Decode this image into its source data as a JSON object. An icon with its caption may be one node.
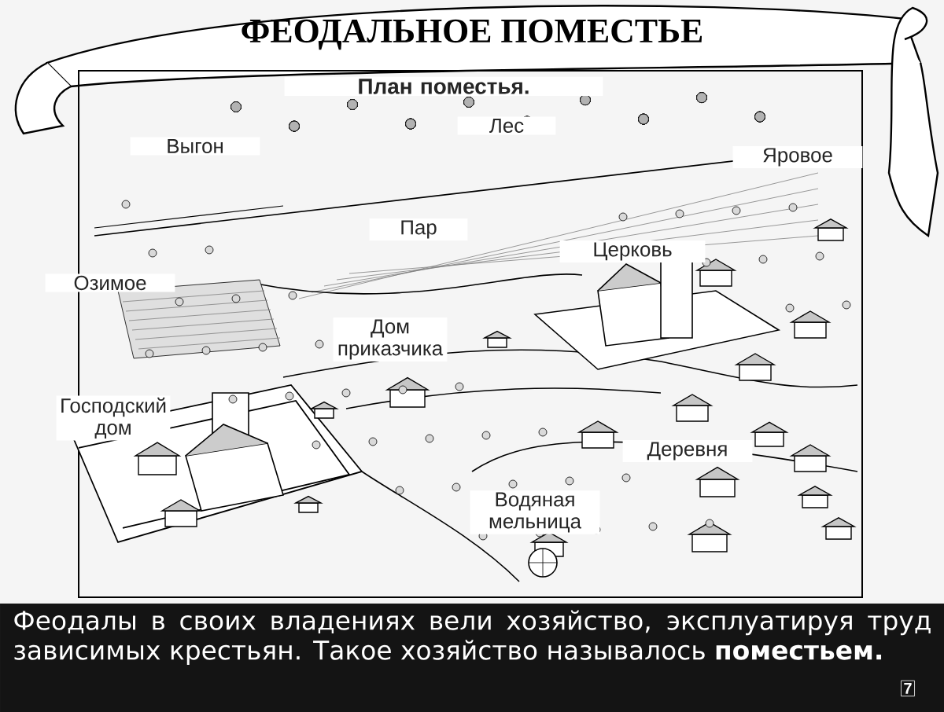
{
  "diagram": {
    "title": "ФЕОДАЛЬНОЕ ПОМЕСТЬЕ",
    "caption": "Феодалы в своих владениях вели хозяйство, эксплуатируя труд зависимых крестьян. Такое хозяйство называлось **поместьем.**",
    "labels": [
      "План поместья.",
      "Лес",
      "Выгон",
      "Яровое",
      "Пар",
      "Озимое",
      "Церковь",
      "Дом приказчика",
      "Господский дом",
      "Водяная мельница",
      "Деревня",
      "7"
    ]
  }
}
